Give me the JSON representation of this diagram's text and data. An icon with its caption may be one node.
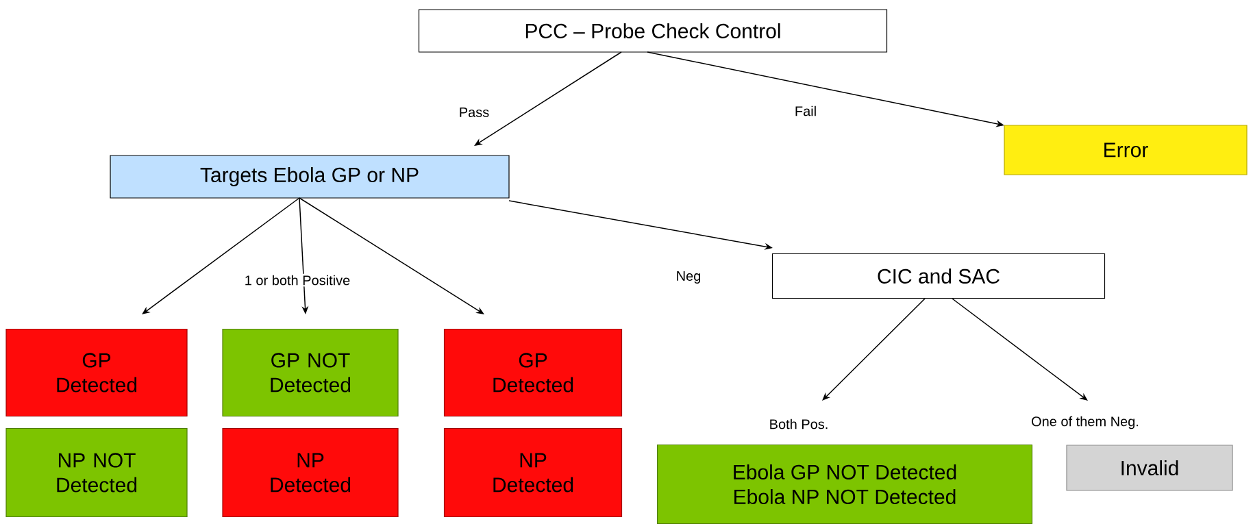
{
  "diagram": {
    "nodes": [
      {
        "text": [
          "PCC – Probe Check Control"
        ]
      },
      {
        "text": [
          "Targets Ebola GP or NP"
        ]
      },
      {
        "text": [
          "Error"
        ]
      },
      {
        "text": [
          "CIC and SAC"
        ]
      },
      {
        "text": [
          "GP Detected"
        ]
      },
      {
        "text": [
          "GP NOT Detected"
        ]
      },
      {
        "text": [
          "GP Detected"
        ]
      },
      {
        "text": [
          "NP NOT Detected"
        ]
      },
      {
        "text": [
          "NP Detected"
        ]
      },
      {
        "text": [
          "NP Detected"
        ]
      },
      {
        "text": [
          "Ebola GP NOT Detected",
          "Ebola NP NOT Detected"
        ]
      },
      {
        "text": [
          "Invalid"
        ]
      }
    ],
    "edges": [
      {
        "from": 0,
        "to": 1,
        "arrow": "to",
        "label": "Pass"
      },
      {
        "from": 0,
        "to": 2,
        "arrow": "to",
        "label": "Fail"
      },
      {
        "from": 1,
        "to": 4,
        "arrow": "to"
      },
      {
        "from": 1,
        "to": 5,
        "arrow": "to",
        "label": "1 or both Positive"
      },
      {
        "from": 1,
        "to": 6,
        "arrow": "to"
      },
      {
        "from": 1,
        "to": 3,
        "arrow": "to",
        "label": "Neg"
      },
      {
        "from": 3,
        "to": 10,
        "arrow": "to",
        "label": "Both Pos."
      },
      {
        "from": 3,
        "to": 11,
        "arrow": "to",
        "label": "One of them Neg."
      }
    ]
  }
}
